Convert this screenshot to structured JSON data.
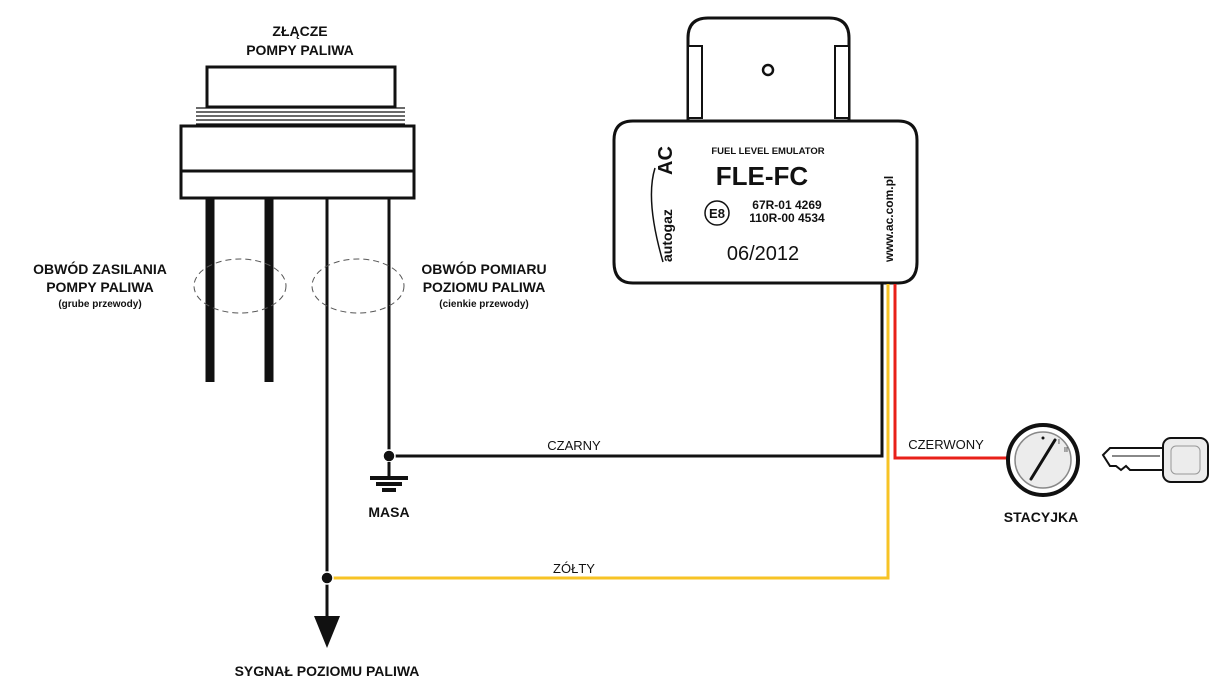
{
  "connector": {
    "title_line1": "ZŁĄCZE",
    "title_line2": "POMPY PALIWA"
  },
  "power_circuit": {
    "line1": "OBWÓD ZASILANIA",
    "line2": "POMPY PALIWA",
    "note": "(grube przewody)"
  },
  "measure_circuit": {
    "line1": "OBWÓD POMIARU",
    "line2": "POZIOMU PALIWA",
    "note": "(cienkie przewody)"
  },
  "module": {
    "header": "FUEL LEVEL EMULATOR",
    "model": "FLE-FC",
    "brand": "autogaz",
    "brand_mark": "AC",
    "mark": "E8",
    "approval_1": "67R-01 4269",
    "approval_2": "110R-00 4534",
    "date": "06/2012",
    "website": "www.ac.com.pl"
  },
  "wires": {
    "black": "CZARNY",
    "red": "CZERWONY",
    "yellow": "ZÓŁTY"
  },
  "ground_label": "MASA",
  "ignition_label": "STACYJKA",
  "signal_label": "SYGNAŁ POZIOMU PALIWA",
  "colors": {
    "black_wire": "#111111",
    "red_wire": "#e8201a",
    "yellow_wire": "#f7c325",
    "module_stroke": "#111111"
  }
}
